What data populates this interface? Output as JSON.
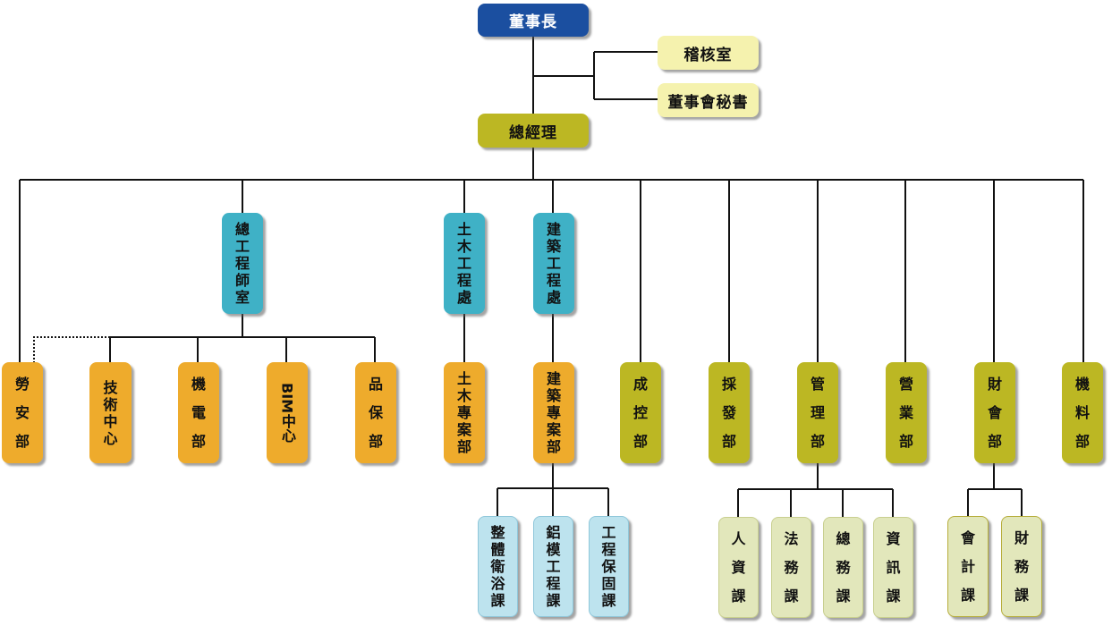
{
  "chart": {
    "type": "org-chart",
    "colors": {
      "chairman": "#1b4fa0",
      "executive": "#bcb723",
      "staff": "#f5f2ae",
      "engineering_office": "#3fb1c6",
      "department": "#eeab2c",
      "admin_department": "#bcb723",
      "section_engineering": "#bde3ee",
      "section_admin": "#e2e7bb",
      "line": "#111111"
    },
    "chairman": "董事長",
    "staff_units": [
      "稽核室",
      "董事會秘書"
    ],
    "general_manager": "總經理",
    "engineering_offices": {
      "chief_engineer": "總工程師室",
      "civil": "土木工程處",
      "architecture": "建築工程處"
    },
    "departments": {
      "labor_safety": "勞安部",
      "tech_center": "技術中心",
      "mech_elec": "機電部",
      "bim_center": "BIM中心",
      "quality": "品保部",
      "civil_project": "土木專案部",
      "arch_project": "建築專案部",
      "cost_control": "成控部",
      "procurement": "採發部",
      "management": "管理部",
      "business": "營業部",
      "finance": "財會部",
      "equipment": "機料部"
    },
    "sections": {
      "arch": [
        "整體衛浴課",
        "鋁模工程課",
        "工程保固課"
      ],
      "management": [
        "人資課",
        "法務課",
        "總務課",
        "資訊課"
      ],
      "finance": [
        "會計課",
        "財務課"
      ]
    },
    "bim_parts": {
      "latin": "BIM",
      "cjk": "中心"
    }
  }
}
